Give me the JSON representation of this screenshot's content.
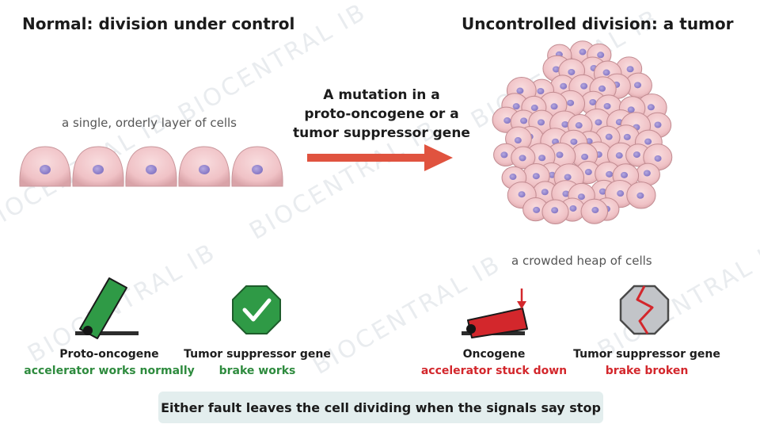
{
  "watermark": "BIOCENTRAL IB",
  "left_panel": {
    "title": "Normal: division under control",
    "caption": "a single, orderly layer of cells"
  },
  "right_panel": {
    "title": "Uncontrolled division: a tumor",
    "caption": "a crowded heap of cells"
  },
  "arrow": {
    "lines": [
      "A mutation in a",
      "proto-oncogene or a",
      "tumor suppressor gene"
    ]
  },
  "genes": [
    {
      "name": "Proto-oncogene",
      "status": "accelerator works normally"
    },
    {
      "name": "Tumor suppressor gene",
      "status": "brake works"
    },
    {
      "name": "Oncogene",
      "status": "accelerator stuck down"
    },
    {
      "name": "Tumor suppressor gene",
      "status": "brake broken"
    }
  ],
  "footer": "Either fault leaves the cell dividing when the signals say stop",
  "colors": {
    "normal_green": "#2e8b3e",
    "fault_red": "#d3272c",
    "arrow": "#e0533f",
    "cell_fill": "#f2c6c9",
    "nucleus": "#9c8fd0"
  }
}
